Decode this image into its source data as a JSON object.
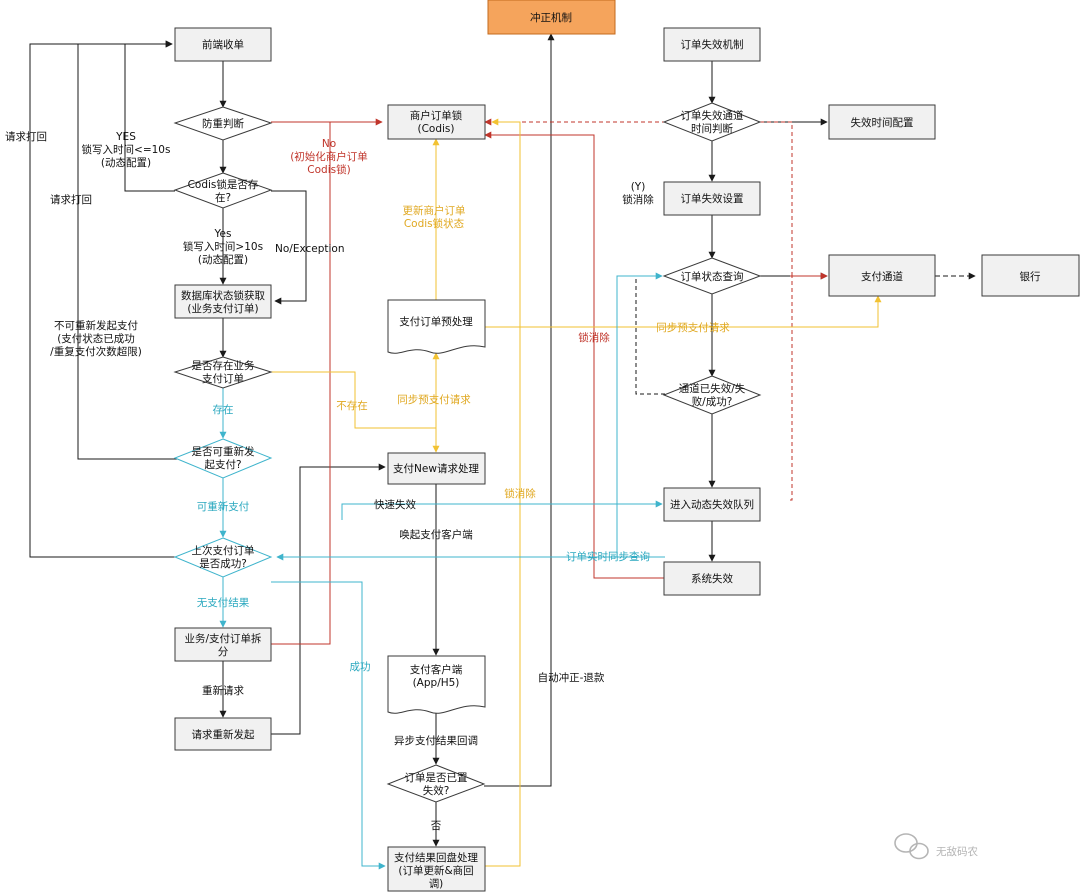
{
  "nodes": {
    "front_checkout": "前端收单",
    "dedupe_check": "防重判断",
    "codis_exists": [
      "Codis锁是否存",
      "在?"
    ],
    "db_lock": [
      "数据库状态锁获取",
      "(业务支付订单)"
    ],
    "biz_order_exists": [
      "是否存在业务",
      "支付订单"
    ],
    "can_repay": [
      "是否可重新发",
      "起支付?"
    ],
    "last_pay_success": [
      "上次支付订单",
      "是否成功?"
    ],
    "split_order": [
      "业务/支付订单拆",
      "分"
    ],
    "re_request": "请求重新发起",
    "merchant_lock": [
      "商户订单锁",
      "(Codis)"
    ],
    "prepay_process": "支付订单预处理",
    "new_request": "支付New请求处理",
    "pay_client": [
      "支付客户端",
      "(App/H5)"
    ],
    "order_expired_q": [
      "订单是否已置",
      "失效?"
    ],
    "result_process": [
      "支付结果回盘处理",
      "(订单更新&商回",
      "调)"
    ],
    "correction": "冲正机制",
    "expire_mechanism": "订单失效机制",
    "expire_channel_check": [
      "订单失效通道",
      "时间判断"
    ],
    "expire_time_config": "失效时间配置",
    "expire_setting": "订单失效设置",
    "status_query": "订单状态查询",
    "pay_channel": "支付通道",
    "bank": "银行",
    "channel_failed_q": [
      "通道已失效/失",
      "败/成功?"
    ],
    "dynamic_queue": "进入动态失效队列",
    "system_expire": "系统失效"
  },
  "labels": {
    "bounce_back_1": "请求打回",
    "bounce_back_2": "请求打回",
    "yes_lt10": [
      "YES",
      "锁写入时间<=10s",
      "(动态配置)"
    ],
    "yes_gt10": [
      "Yes",
      "锁写入时间>10s",
      "(动态配置)"
    ],
    "no_init": [
      "No",
      "(初始化商户订单",
      "Codis锁)"
    ],
    "no_exception": "No/Exception",
    "cannot_repay": [
      "不可重新发起支付",
      "(支付状态已成功",
      "/重复支付次数超限)"
    ],
    "exists": "存在",
    "not_exists": "不存在",
    "can_repay_yes": "可重新支付",
    "no_pay_result": "无支付结果",
    "re_request_label": "重新请求",
    "success": "成功",
    "update_lock": [
      "更新商户订单",
      "Codis锁状态"
    ],
    "sync_prepay_left": "同步预支付请求",
    "sync_prepay_right": "同步预支付请求",
    "unlock_y": [
      "(Y)",
      "锁消除"
    ],
    "unlock_red": "锁消除",
    "unlock_yellow": "锁消除",
    "fast_expire": "快速失效",
    "invoke_client": "唤起支付客户端",
    "realtime_sync": "订单实时同步查询",
    "async_callback": "异步支付结果回调",
    "no_short": "否",
    "auto_refund": "自动冲正-退款"
  },
  "watermark": "无敌码农",
  "icons": {
    "watermark": "wechat-icon"
  },
  "colors": {
    "black": "#1a1a1a",
    "yellow": "#f2c232",
    "cyan": "#3fb4cc",
    "red": "#c0352b",
    "orange": "#f5a45c",
    "box_fill": "#f1f1f1"
  }
}
